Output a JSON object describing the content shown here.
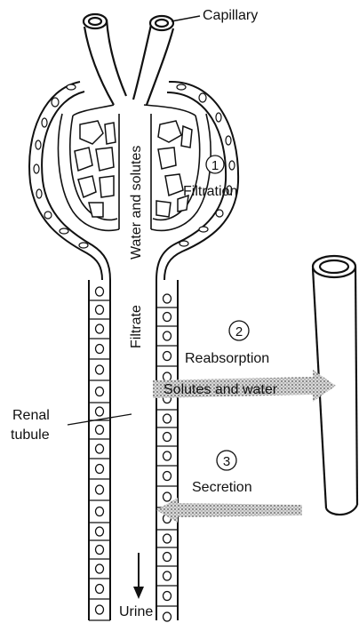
{
  "labels": {
    "capillary": "Capillary",
    "water_and_solutes": "Water and solutes",
    "step1_number": "1",
    "step1_label": "Filtration",
    "filtrate": "Filtrate",
    "step2_number": "2",
    "step2_label": "Reabsorption",
    "solutes_and_water": "Solutes and water",
    "renal_tubule_line1": "Renal",
    "renal_tubule_line2": "tubule",
    "step3_number": "3",
    "step3_label": "Secretion",
    "urine": "Urine"
  },
  "colors": {
    "ink": "#111111",
    "arrow_grey": "#9a9a9a",
    "background": "#ffffff"
  }
}
